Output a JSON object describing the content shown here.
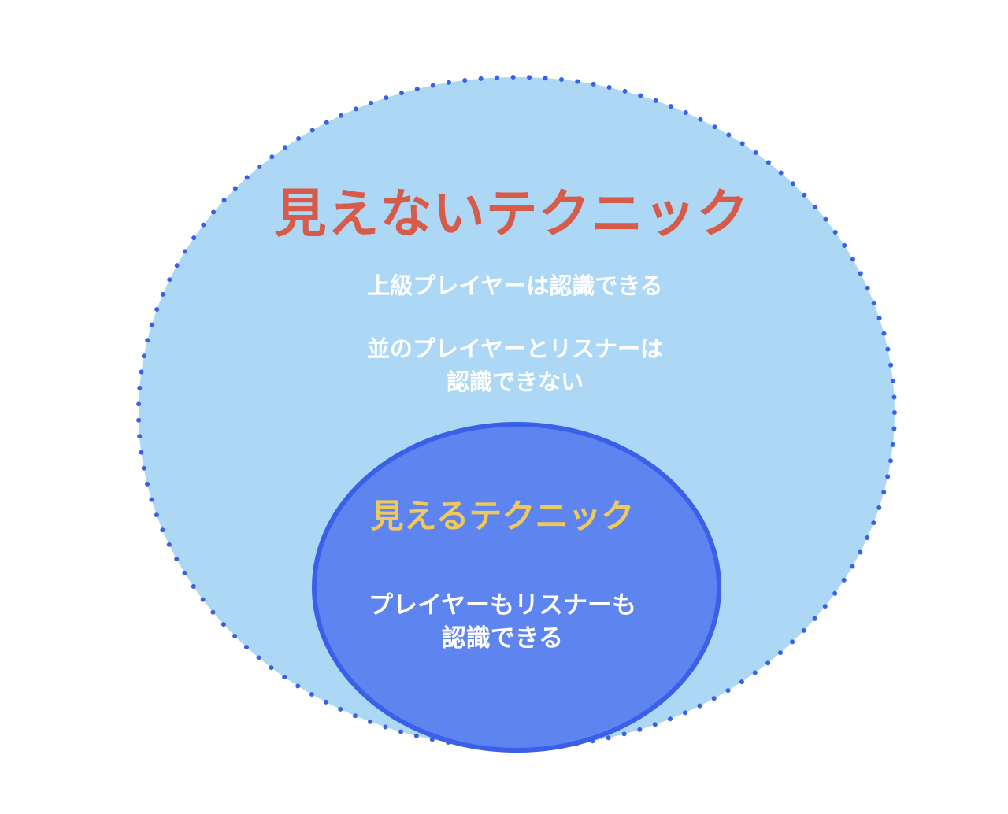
{
  "diagram": {
    "type": "nested-ellipse",
    "outer": {
      "title": "見えないテクニック",
      "description_1": "上級プレイヤーは認識できる",
      "description_2_line1": "並のプレイヤーとリスナーは",
      "description_2_line2": "認識できない",
      "fill_color": "#acd8f5",
      "border_color": "#3a5fe8",
      "border_style": "dotted",
      "title_color": "#d85a49"
    },
    "inner": {
      "title": "見えるテクニック",
      "description_line1": "プレイヤーもリスナーも",
      "description_line2": "認識できる",
      "fill_color": "#5e85ef",
      "border_color": "#3a5fe8",
      "border_style": "solid",
      "title_color": "#f0c95a"
    }
  }
}
